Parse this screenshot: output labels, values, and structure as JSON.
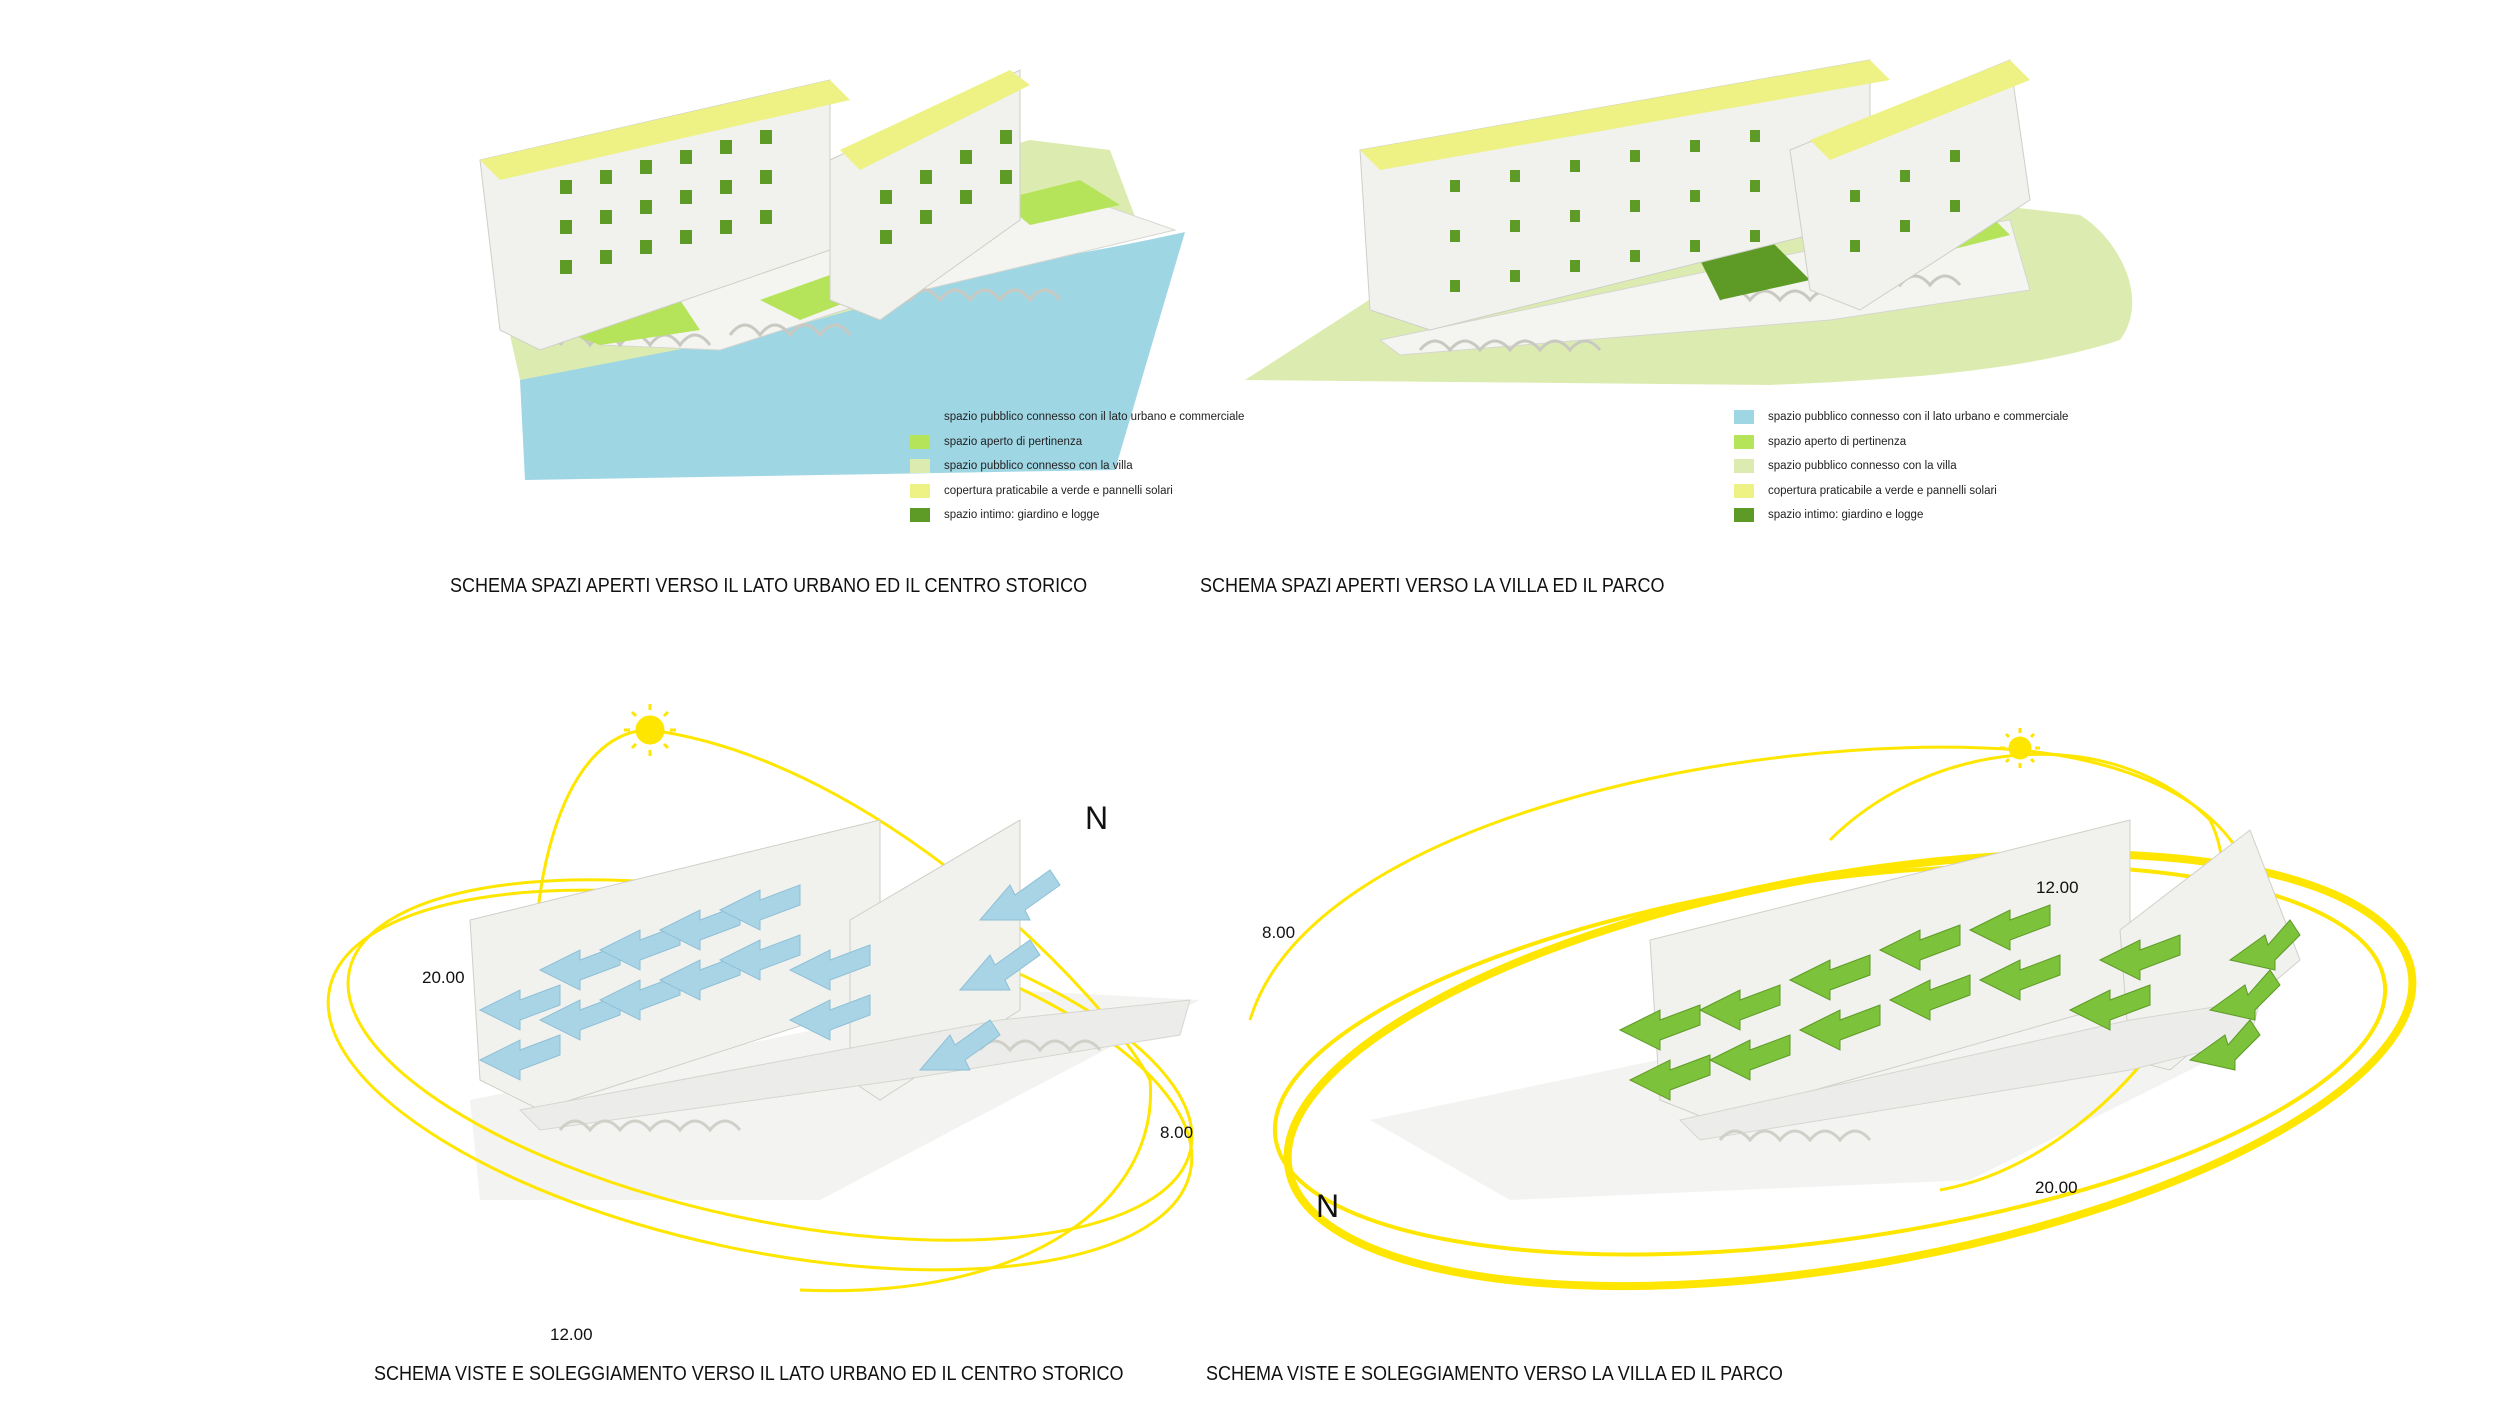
{
  "legend": {
    "items": [
      {
        "label": "spazio pubblico connesso con il lato urbano e commerciale",
        "color": "#9fd6e4"
      },
      {
        "label": "spazio aperto di pertinenza",
        "color": "#b5e35a"
      },
      {
        "label": "spazio pubblico connesso con la villa",
        "color": "#dcecb0"
      },
      {
        "label": "copertura praticabile a verde e pannelli solari",
        "color": "#eef285"
      },
      {
        "label": "spazio intimo: giardino e logge",
        "color": "#5e9a26"
      }
    ]
  },
  "panels": {
    "top_left": {
      "caption": "SCHEMA SPAZI APERTI VERSO IL LATO URBANO ED IL CENTRO STORICO"
    },
    "top_right": {
      "caption": "SCHEMA SPAZI APERTI VERSO LA VILLA ED IL PARCO"
    },
    "bottom_left": {
      "caption": "SCHEMA VISTE E SOLEGGIAMENTO VERSO IL LATO URBANO ED IL CENTRO STORICO",
      "north": "N",
      "hours": {
        "h20": "20.00",
        "h8": "8.00",
        "h12": "12.00"
      }
    },
    "bottom_right": {
      "caption": "SCHEMA VISTE E SOLEGGIAMENTO VERSO LA VILLA ED IL PARCO",
      "north": "N",
      "hours": {
        "h8": "8.00",
        "h12": "12.00",
        "h20": "20.00"
      }
    }
  },
  "colors": {
    "sun": "#ffe600",
    "water": "#9fd6e4",
    "view_arrow_blue": "#a8d4e6",
    "view_arrow_green": "#7cc23a",
    "building": "#f1f1ee"
  }
}
